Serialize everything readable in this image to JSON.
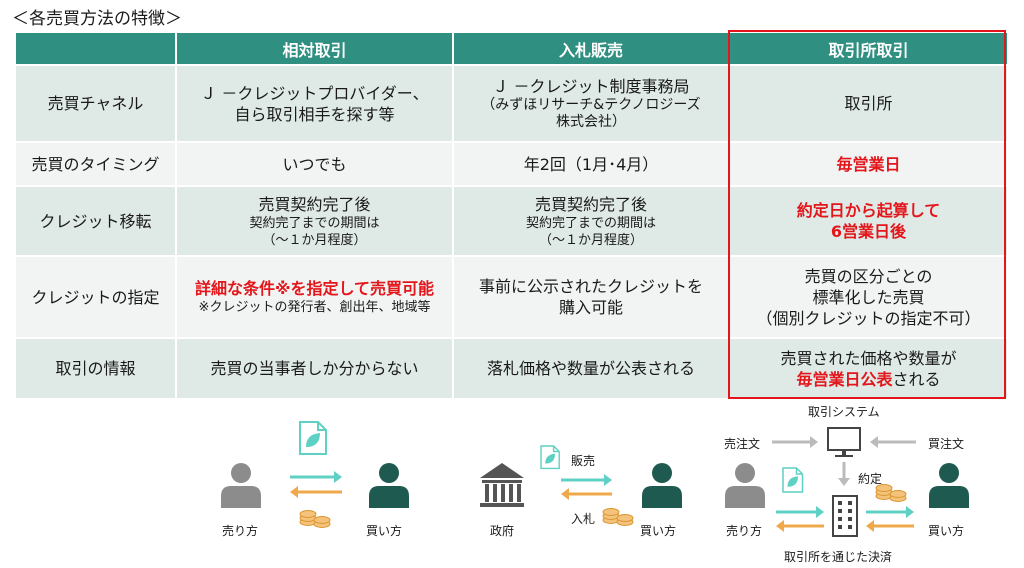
{
  "title": "＜各売買方法の特徴＞",
  "table": {
    "columns": [
      "",
      "相対取引",
      "入札販売",
      "取引所取引"
    ],
    "rows": [
      {
        "label": "売買チャネル",
        "c1": [
          "Ｊ －クレジットプロバイダー、",
          "自ら取引相手を探す等"
        ],
        "c2": [
          "Ｊ －クレジット制度事務局",
          "（みずほリサーチ&テクノロジーズ",
          "株式会社）"
        ],
        "c3": [
          "取引所"
        ]
      },
      {
        "label": "売買のタイミング",
        "c1": [
          "いつでも"
        ],
        "c2": [
          "年2回（1月･4月）"
        ],
        "c3": [
          "毎営業日"
        ]
      },
      {
        "label": "クレジット移転",
        "c1_main": "売買契約完了後",
        "c1_sub": [
          "契約完了までの期間は",
          "（～１か月程度）"
        ],
        "c2_main": "売買契約完了後",
        "c2_sub": [
          "契約完了までの期間は",
          "（～１か月程度）"
        ],
        "c3": [
          "約定日から起算して",
          "6営業日後"
        ]
      },
      {
        "label": "クレジットの指定",
        "c1_main": "詳細な条件※を指定して売買可能",
        "c1_sub": [
          "※クレジットの発行者、創出年、地域等"
        ],
        "c2": [
          "事前に公示されたクレジットを",
          "購入可能"
        ],
        "c3": [
          "売買の区分ごとの",
          "標準化した売買",
          "（個別クレジットの指定不可）"
        ]
      },
      {
        "label": "取引の情報",
        "c1": [
          "売買の当事者しか分からない"
        ],
        "c2": [
          "落札価格や数量が公表される"
        ],
        "c3_line1": "売買された価格や数量が",
        "c3_red": "毎営業日公表",
        "c3_tail": "される"
      }
    ]
  },
  "diagram": {
    "relative": {
      "seller": "売り方",
      "buyer": "買い方"
    },
    "auction": {
      "govt": "政府",
      "sell": "販売",
      "bid": "入札",
      "buyer": "買い方"
    },
    "exchange": {
      "system": "取引システム",
      "sell_order": "売注文",
      "buy_order": "買注文",
      "execution": "約定",
      "seller": "売り方",
      "buyer": "買い方",
      "settlement": "取引所を通じた決済"
    }
  },
  "colors": {
    "header": "#2f8f80",
    "accent_red": "#e3161b",
    "teal_arrow": "#5fd1c4",
    "orange_arrow": "#f0a94a",
    "person_gray": "#8c8c8c",
    "person_green": "#1f5a50"
  }
}
